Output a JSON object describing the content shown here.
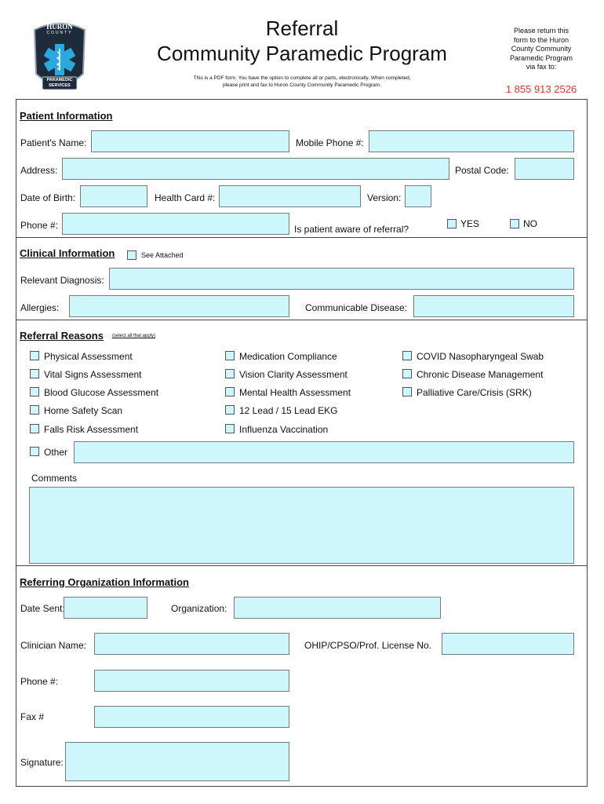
{
  "header": {
    "badge_top": "HURON",
    "badge_sub": "COUNTY",
    "badge_bottom_1": "PARAMEDIC",
    "badge_bottom_2": "SERVICES",
    "title_line1": "Referral",
    "title_line2": "Community Paramedic Program",
    "instructions_line1": "This is a PDF form.  You have the option to complete all or parts, electronically.  When completed,",
    "instructions_line2": "please print and fax to Huron County Community Paramedic Program.",
    "return_line1": "Please return this",
    "return_line2": "form to the Huron",
    "return_line3": "County Community",
    "return_line4": "Paramedic Program",
    "return_line5": "via fax to:",
    "fax_number": "1 855 913 2526"
  },
  "patient": {
    "title": "Patient Information",
    "name_label": "Patient's Name:",
    "mobile_label": "Mobile Phone #:",
    "address_label": "Address:",
    "postal_label": "Postal Code:",
    "dob_label": "Date of Birth:",
    "health_card_label": "Health Card #:",
    "version_label": "Version:",
    "phone_label": "Phone #:",
    "aware_label": "Is patient aware of referral?",
    "yes_label": "YES",
    "no_label": "NO"
  },
  "clinical": {
    "title": "Clinical Information",
    "see_attached": "See Attached",
    "diagnosis_label": "Relevant Diagnosis:",
    "allergies_label": "Allergies:",
    "communicable_label": "Communicable Disease:"
  },
  "reasons": {
    "title": "Referral Reasons",
    "note": "(select all that apply)",
    "col1": [
      "Physical Assessment",
      "Vital Signs Assessment",
      "Blood Glucose Assessment",
      "Home Safety Scan",
      "Falls Risk Assessment"
    ],
    "col2": [
      "Medication Compliance",
      "Vision Clarity Assessment",
      "Mental Health Assessment",
      "12 Lead / 15 Lead EKG",
      "Influenza Vaccination"
    ],
    "col3": [
      "COVID Nasopharyngeal Swab",
      "Chronic Disease Management",
      "Palliative Care/Crisis (SRK)"
    ],
    "other_label": "Other",
    "comments_label": "Comments"
  },
  "referring": {
    "title": "Referring Organization Information",
    "date_sent_label": "Date Sent:",
    "organization_label": "Organization:",
    "clinician_label": "Clinician Name:",
    "license_label": "OHIP/CPSO/Prof. License No.",
    "phone_label": "Phone #:",
    "fax_label": "Fax #",
    "signature_label": "Signature:"
  },
  "colors": {
    "field_fill": "#cdf7fa",
    "fax_red": "#e8332a",
    "badge_dark": "#1e2b3a",
    "star_of_life": "#2aa8e0"
  }
}
